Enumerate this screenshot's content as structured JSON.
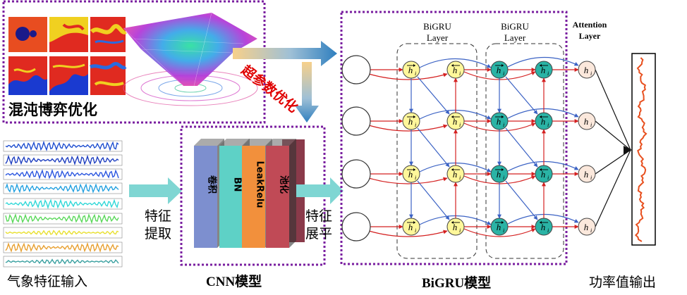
{
  "sections": {
    "chaos": {
      "label": "混沌博弈优化"
    },
    "hyper": {
      "label": "超参数优化"
    },
    "weather": {
      "label": "气象特征输入"
    },
    "extract": {
      "label_line1": "特征",
      "label_line2": "提取"
    },
    "flatten": {
      "label_line1": "特征",
      "label_line2": "展平"
    },
    "cnn": {
      "title": "CNN模型",
      "layers": [
        {
          "label": "卷积",
          "color": "#7d8fcf"
        },
        {
          "label": "BN",
          "color": "#5ed1c6"
        },
        {
          "label": "LeakRelu",
          "color": "#f2903c"
        },
        {
          "label": "池化",
          "color": "#c04a56"
        }
      ]
    },
    "bigru": {
      "title": "BiGRU模型",
      "layer1": {
        "line1": "BiGRU",
        "line2": "Layer"
      },
      "layer2": {
        "line1": "BiGRU",
        "line2": "Layer"
      },
      "attention": {
        "line1": "Attention",
        "line2": "Layer"
      }
    },
    "output": {
      "label": "功率值输出"
    }
  },
  "colors": {
    "dashed_border": "#7a1fa0",
    "arrow_teal": "#7fd6d3",
    "yellow_node": "#fff79a",
    "teal_node": "#2ab3a5",
    "attention_node": "#fbe8dc",
    "red_line": "#d42020",
    "blue_line": "#3b62c4",
    "output_line": "#e8501f"
  }
}
